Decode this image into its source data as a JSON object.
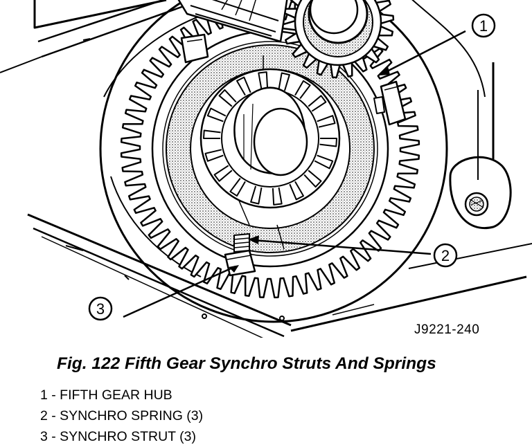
{
  "figure": {
    "ref_id": "J9221-240",
    "caption": "Fig. 122 Fifth Gear Synchro Struts And Springs",
    "callouts": [
      "1",
      "2",
      "3"
    ],
    "legend": [
      "1 - FIFTH GEAR HUB",
      "2 - SYNCHRO SPRING (3)",
      "3 - SYNCHRO STRUT (3)"
    ]
  }
}
